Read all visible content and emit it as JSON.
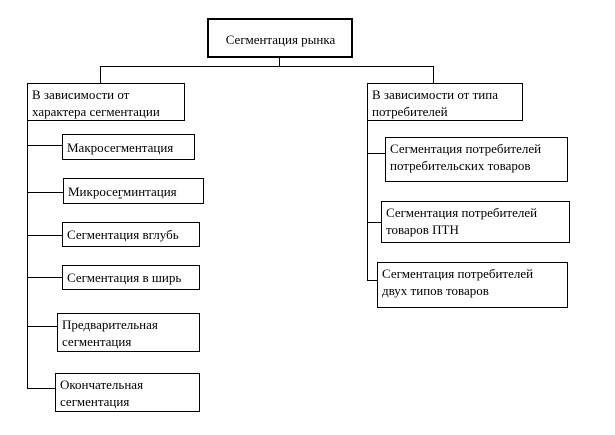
{
  "diagram": {
    "root": {
      "label": "Сегментация рынка"
    },
    "left_branch": {
      "header": "В зависимости от\nхарактера сегментации",
      "items": [
        "Макросегментация",
        "Микросегминтация",
        "Сегментация вглубь",
        "Сегментация в ширь",
        "Предварительная\nсегментация",
        "Окончательная\nсегментация"
      ],
      "stray_mark": "-"
    },
    "right_branch": {
      "header": "В зависимости от типа\nпотребителей",
      "items": [
        "Сегментация потребителей\nпотребительских товаров",
        "Сегментация потребителей\nтоваров ПТН",
        "Сегментация потребителей\nдвух типов товаров"
      ]
    },
    "colors": {
      "line": "#000000",
      "background": "#ffffff",
      "text": "#000000"
    }
  }
}
